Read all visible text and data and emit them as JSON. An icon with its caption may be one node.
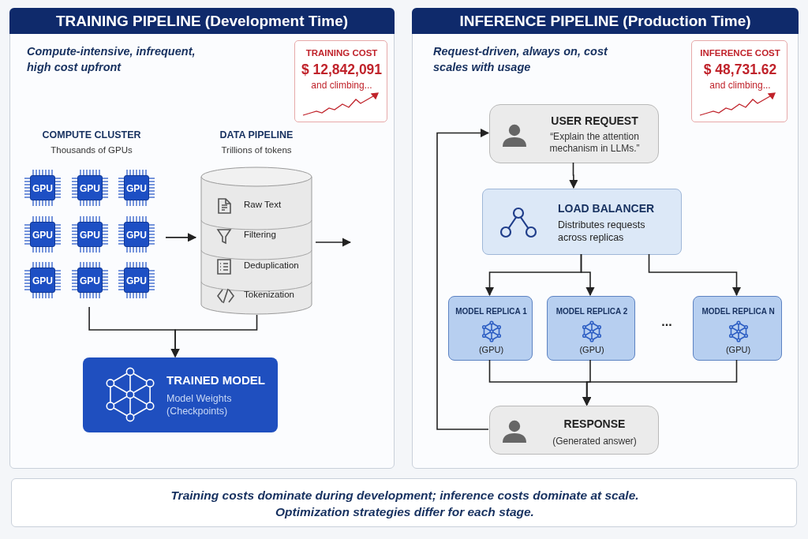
{
  "diagram": {
    "nodes": [
      {
        "text": [
          "TRAINING PIPELINE (Development Time)"
        ]
      },
      {
        "text": [
          "COMPUTE CLUSTER",
          "Thousands of GPUs"
        ],
        "in": 0
      },
      {
        "text": [
          "GPU"
        ],
        "in": 1
      },
      {
        "text": [
          "GPU"
        ],
        "in": 1
      },
      {
        "text": [
          "GPU"
        ],
        "in": 1
      },
      {
        "text": [
          "GPU"
        ],
        "in": 1
      },
      {
        "text": [
          "GPU"
        ],
        "in": 1
      },
      {
        "text": [
          "GPU"
        ],
        "in": 1
      },
      {
        "text": [
          "GPU"
        ],
        "in": 1
      },
      {
        "text": [
          "GPU"
        ],
        "in": 1
      },
      {
        "text": [
          "GPU"
        ],
        "in": 1
      },
      {
        "text": [
          "DATA PIPELINE",
          "Trillions of tokens"
        ],
        "in": 0
      },
      {
        "text": [
          "Raw Text"
        ],
        "in": 11
      },
      {
        "text": [
          "Filtering"
        ],
        "in": 11
      },
      {
        "text": [
          "Deduplication"
        ],
        "in": 11
      },
      {
        "text": [
          "Tokenization"
        ],
        "in": 11
      },
      {
        "text": [
          "TRAINED MODEL",
          "Model Weights (Checkpoints)"
        ],
        "in": 0
      },
      {
        "text": [
          "TRAINING COST",
          "$ 12,842,091",
          "and climbing..."
        ],
        "in": 0
      },
      {
        "text": [
          "INFERENCE PIPELINE (Production Time)"
        ]
      },
      {
        "text": [
          "INFERENCE COST",
          "$ 48,731.62",
          "and climbing..."
        ],
        "in": 18
      },
      {
        "text": [
          "USER REQUEST",
          "“Explain the attention mechanism in LLMs.”"
        ],
        "in": 18
      },
      {
        "text": [
          "LOAD BALANCER",
          "Distributes requests across replicas"
        ],
        "in": 18
      },
      {
        "text": [
          "MODEL REPLICA 1",
          "(GPU)"
        ],
        "in": 18
      },
      {
        "text": [
          "MODEL REPLICA 2",
          "(GPU)"
        ],
        "in": 18
      },
      {
        "text": [
          "MODEL REPLICA N",
          "(GPU)"
        ],
        "in": 18
      },
      {
        "text": [
          "RESPONSE",
          "(Generated answer)"
        ],
        "in": 18
      },
      {
        "text": [
          "Training costs dominate during development; inference costs dominate at scale. Optimization strategies differ for each stage."
        ]
      }
    ],
    "edges": [
      {
        "from": 1,
        "to": 11,
        "arrow": "to"
      },
      {
        "from": 11,
        "to": null,
        "arrow": "to"
      },
      {
        "from": 1,
        "to": 16,
        "arrow": "to"
      },
      {
        "from": 11,
        "to": 16,
        "arrow": "to"
      },
      {
        "from": 20,
        "to": 21,
        "arrow": "to"
      },
      {
        "from": 21,
        "to": 22,
        "arrow": "to"
      },
      {
        "from": 21,
        "to": 23,
        "arrow": "to"
      },
      {
        "from": 21,
        "to": 24,
        "arrow": "to"
      },
      {
        "from": 22,
        "to": 25,
        "arrow": "to"
      },
      {
        "from": 23,
        "to": 25,
        "arrow": "to"
      },
      {
        "from": 24,
        "to": 25,
        "arrow": "to"
      },
      {
        "from": 25,
        "to": 20,
        "arrow": "to"
      }
    ],
    "labels": [
      "Compute-intensive, infrequent, high cost upfront",
      "Request-driven, always on, cost scales with usage",
      "..."
    ]
  }
}
